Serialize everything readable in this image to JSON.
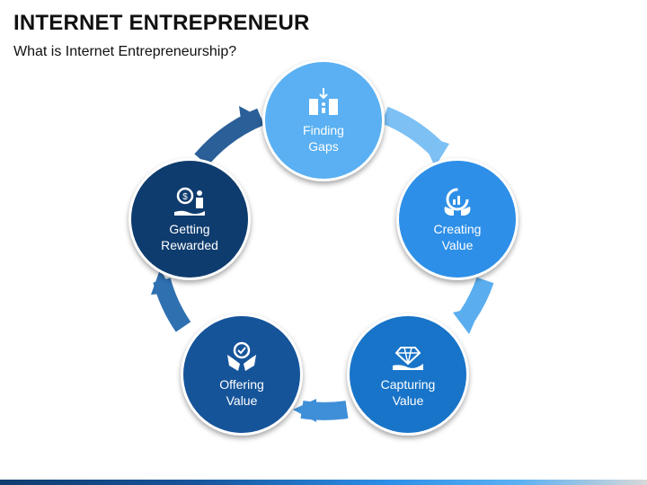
{
  "header": {
    "title": "INTERNET ENTREPRENEUR",
    "subtitle": "What is Internet Entrepreneurship?"
  },
  "cycle": {
    "steps": [
      {
        "line1": "Finding",
        "line2": "Gaps",
        "icon": "gap-finding-icon",
        "color": "#5ab0f2"
      },
      {
        "line1": "Creating",
        "line2": "Value",
        "icon": "growth-chart-icon",
        "color": "#2d8fe8"
      },
      {
        "line1": "Capturing",
        "line2": "Value",
        "icon": "diamond-hand-icon",
        "color": "#1874c8"
      },
      {
        "line1": "Offering",
        "line2": "Value",
        "icon": "badge-hands-icon",
        "color": "#16549a"
      },
      {
        "line1": "Getting",
        "line2": "Rewarded",
        "icon": "reward-person-icon",
        "color": "#0f3c6e"
      }
    ]
  },
  "colors": {
    "arrow_light": "#8cc8f5",
    "arrow_mid": "#4aa3ee",
    "arrow_dark": "#2a6aa8"
  }
}
